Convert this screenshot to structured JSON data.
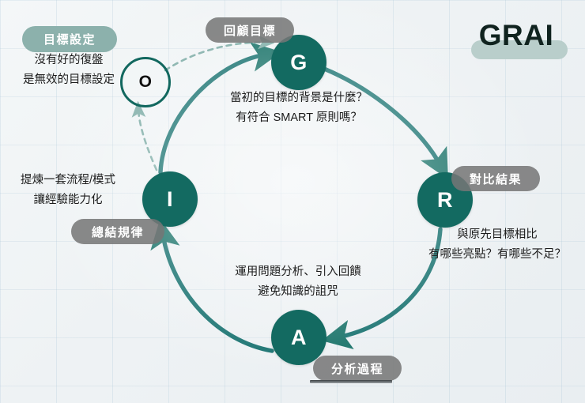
{
  "title": {
    "text": "GRAI",
    "highlight_color": "#b9cecb",
    "text_color": "#10231f"
  },
  "colors": {
    "node_teal": "#136a61",
    "badge_gray": "rgba(118,118,118,0.86)",
    "badge_teal": "#8cb1ac",
    "arrow_teal": "#157066",
    "dashed_arrow": "#7fada7",
    "background": "#eef2f4"
  },
  "nodes": {
    "o": {
      "letter": "O",
      "style": "hollow"
    },
    "g": {
      "letter": "G",
      "style": "filled"
    },
    "r": {
      "letter": "R",
      "style": "filled"
    },
    "a": {
      "letter": "A",
      "style": "filled"
    },
    "i": {
      "letter": "I",
      "style": "filled"
    }
  },
  "badges": {
    "goal_setting": "目標設定",
    "review_goal": "回顧目標",
    "compare_result": "對比結果",
    "analyze_process": "分析過程",
    "summarize_rules": "總結規律"
  },
  "descriptions": {
    "goal": {
      "line1": "沒有好的復盤",
      "line2": "是無效的目標設定"
    },
    "g": {
      "line1": "當初的目標的背景是什麼？",
      "line2": "有符合 SMART 原則嗎？"
    },
    "r": {
      "line1": "與原先目標相比",
      "line2": "有哪些亮點？有哪些不足？"
    },
    "a": {
      "line1": "運用問題分析、引入回饋",
      "line2": "避免知識的詛咒"
    },
    "i": {
      "line1": "提煉一套流程/模式",
      "line2": "讓經驗能力化"
    }
  }
}
